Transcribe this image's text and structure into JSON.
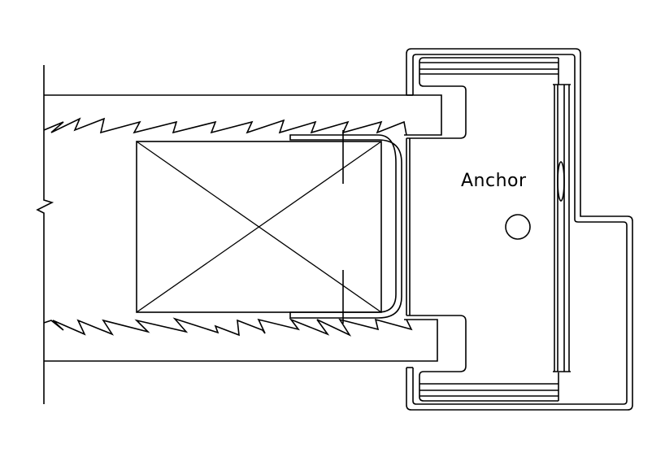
{
  "diagram": {
    "type": "architectural-section-detail",
    "colors": {
      "line": "#000000",
      "background": "#ffffff"
    },
    "labels": {
      "anchor": "Anchor"
    },
    "elements": [
      {
        "name": "wall-break-line",
        "description": "vertical wall line with break symbol"
      },
      {
        "name": "upper-stud-flange",
        "description": "top horizontal member with saw-tooth edge"
      },
      {
        "name": "lower-stud-flange",
        "description": "bottom horizontal member with saw-tooth edge"
      },
      {
        "name": "blocking",
        "description": "rectangle with X (wood blocking)"
      },
      {
        "name": "sealant-backer",
        "description": "U-shaped flashing wrapping blocking"
      },
      {
        "name": "anchor-channel",
        "description": "C-channel frame containing anchor"
      },
      {
        "name": "anchor-bolt",
        "description": "circle representing anchor"
      },
      {
        "name": "glazing-stop",
        "description": "vertical glazing strip with oval gasket"
      }
    ]
  }
}
